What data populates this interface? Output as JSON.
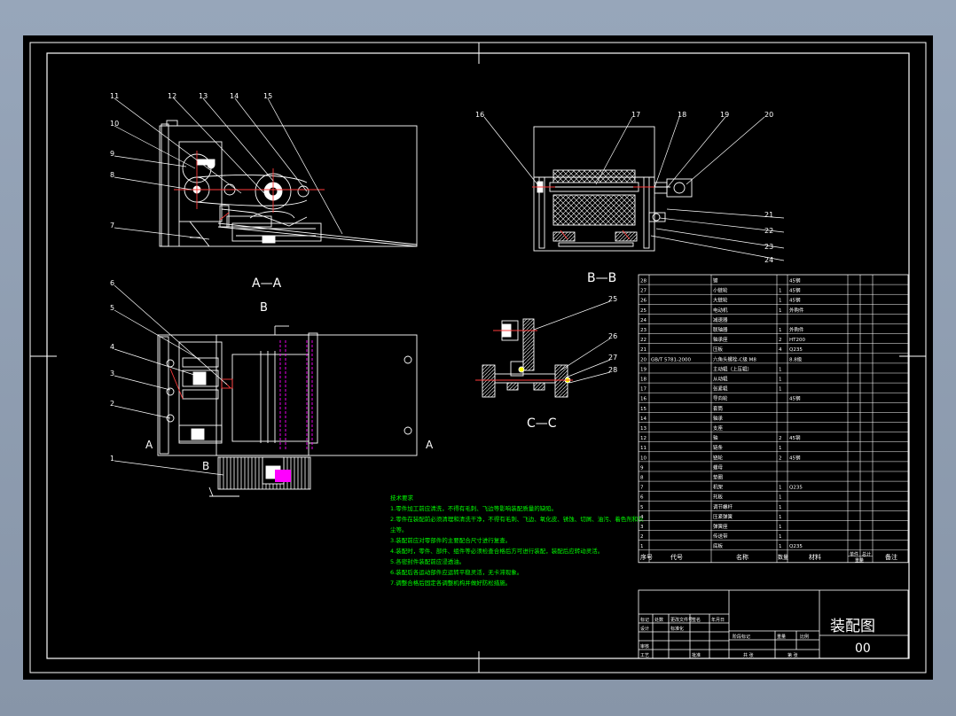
{
  "colors": {
    "background": "#8e9db0",
    "sheet": "#000000",
    "line": "#ffffff",
    "notes": "#00ff00",
    "hatch": "#ff00ff",
    "center_line": "#ff3b3b",
    "accent_yellow": "#ffff00"
  },
  "views": {
    "aa": "A—A",
    "bb": "B—B",
    "cc": "C—C",
    "b_mark": "B",
    "a_mark_left": "A",
    "a_mark_right": "A",
    "b_mark_bottom": "B"
  },
  "balloons_aa": [
    "11",
    "10",
    "9",
    "8",
    "7",
    "12",
    "13",
    "14",
    "15"
  ],
  "balloons_bb": [
    "16",
    "17",
    "18",
    "19",
    "20",
    "21",
    "22",
    "23",
    "24"
  ],
  "balloons_plan": [
    "6",
    "5",
    "4",
    "3",
    "2",
    "1"
  ],
  "balloons_cc": [
    "25",
    "26",
    "27",
    "28"
  ],
  "notes": {
    "title": "技术要求",
    "lines": [
      "1.零件加工前应清洗，不得有毛刺、飞边等影响装配质量的缺陷。",
      "2.零件在装配前必须清理和清洗干净，不得有毛刺、飞边、氧化皮、锈蚀、切屑、油污、着色剂和灰",
      "尘等。",
      "3.装配前应对零部件的主要配合尺寸进行复查。",
      "4.装配时，零件、部件、组件等必须检查合格后方可进行装配，装配后应转动灵活。",
      "5.各密封件装配前应浸透油。",
      "6.装配后各运动部件应运转平稳灵活，无卡滞现象。",
      "7.调整合格后固定各调整机构并做好防松措施。"
    ]
  },
  "bom": {
    "rows": [
      {
        "no": "28",
        "code": "",
        "name": "键",
        "qty": "",
        "mat": "45钢"
      },
      {
        "no": "27",
        "code": "",
        "name": "小链轮",
        "qty": "1",
        "mat": "45钢"
      },
      {
        "no": "26",
        "code": "",
        "name": "大链轮",
        "qty": "1",
        "mat": "45钢"
      },
      {
        "no": "25",
        "code": "",
        "name": "电动机",
        "qty": "1",
        "mat": "外购件"
      },
      {
        "no": "24",
        "code": "",
        "name": "减速器",
        "qty": "",
        "mat": ""
      },
      {
        "no": "23",
        "code": "",
        "name": "联轴器",
        "qty": "1",
        "mat": "外购件"
      },
      {
        "no": "22",
        "code": "",
        "name": "轴承座",
        "qty": "2",
        "mat": "HT200"
      },
      {
        "no": "21",
        "code": "",
        "name": "压板",
        "qty": "4",
        "mat": "Q235"
      },
      {
        "no": "20",
        "code": "GB/T 5781-2000",
        "name": "六角头螺栓-C级 M8",
        "qty": "",
        "mat": "8.8级"
      },
      {
        "no": "19",
        "code": "",
        "name": "主动辊（上压辊）",
        "qty": "1",
        "mat": ""
      },
      {
        "no": "18",
        "code": "",
        "name": "从动辊",
        "qty": "1",
        "mat": ""
      },
      {
        "no": "17",
        "code": "",
        "name": "张紧辊",
        "qty": "1",
        "mat": ""
      },
      {
        "no": "16",
        "code": "",
        "name": "导向轮",
        "qty": "",
        "mat": "45钢"
      },
      {
        "no": "15",
        "code": "",
        "name": "套筒",
        "qty": "",
        "mat": ""
      },
      {
        "no": "14",
        "code": "",
        "name": "轴承",
        "qty": "",
        "mat": ""
      },
      {
        "no": "13",
        "code": "",
        "name": "支座",
        "qty": "",
        "mat": ""
      },
      {
        "no": "12",
        "code": "",
        "name": "轴",
        "qty": "2",
        "mat": "45钢"
      },
      {
        "no": "11",
        "code": "",
        "name": "链条",
        "qty": "1",
        "mat": ""
      },
      {
        "no": "10",
        "code": "",
        "name": "链轮",
        "qty": "2",
        "mat": "45钢"
      },
      {
        "no": "9",
        "code": "",
        "name": "螺母",
        "qty": "",
        "mat": ""
      },
      {
        "no": "8",
        "code": "",
        "name": "垫圈",
        "qty": "",
        "mat": ""
      },
      {
        "no": "7",
        "code": "",
        "name": "机架",
        "qty": "1",
        "mat": "Q235"
      },
      {
        "no": "6",
        "code": "",
        "name": "托板",
        "qty": "1",
        "mat": ""
      },
      {
        "no": "5",
        "code": "",
        "name": "调节螺杆",
        "qty": "1",
        "mat": ""
      },
      {
        "no": "4",
        "code": "",
        "name": "压紧弹簧",
        "qty": "1",
        "mat": ""
      },
      {
        "no": "3",
        "code": "",
        "name": "弹簧座",
        "qty": "1",
        "mat": ""
      },
      {
        "no": "2",
        "code": "",
        "name": "传送带",
        "qty": "1",
        "mat": ""
      },
      {
        "no": "1",
        "code": "",
        "name": "底板",
        "qty": "1",
        "mat": "Q235"
      }
    ],
    "header": {
      "no": "序号",
      "code": "代号",
      "name": "名称",
      "qty": "数量",
      "mat": "材料",
      "unit_weight": "单件",
      "total_weight": "总计",
      "weight": "重量",
      "remark": "备注"
    }
  },
  "title_block": {
    "drawing_name": "装配图",
    "drawing_number": "00",
    "labels": [
      "标记",
      "处数",
      "分区",
      "更改文件号",
      "签名",
      "年月日"
    ],
    "stage": "阶段标记",
    "weight": "重量",
    "scale": "比例",
    "sheet": "共 张",
    "sheet2": "第 张",
    "design": "设计",
    "std": "标准化",
    "check": "审核",
    "process": "工艺",
    "approve": "批准"
  }
}
